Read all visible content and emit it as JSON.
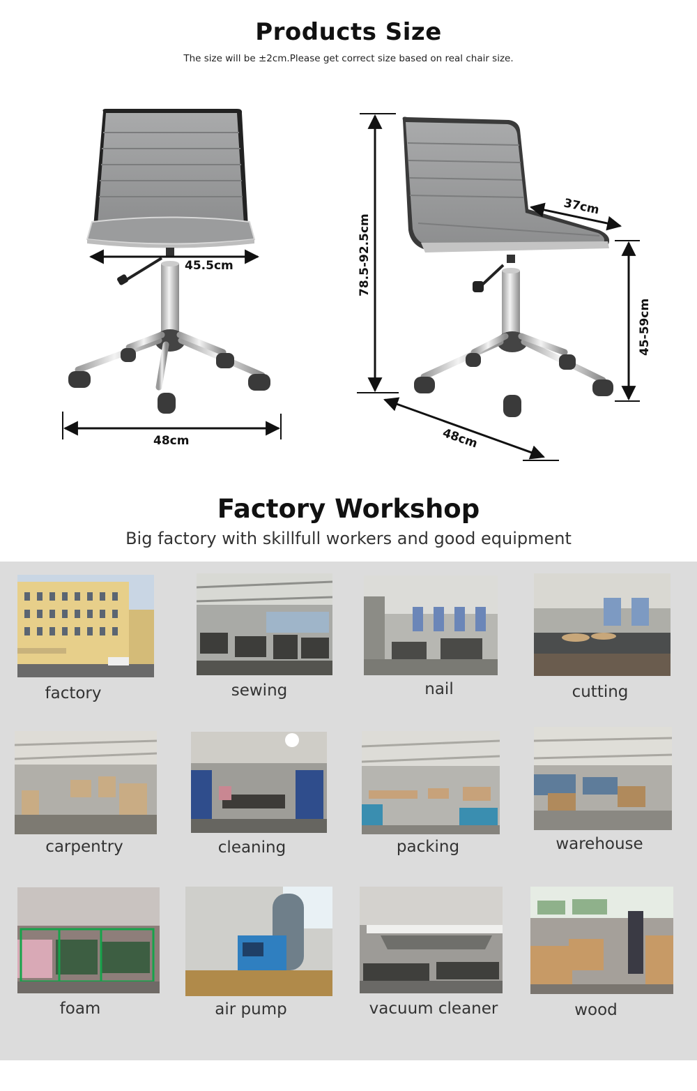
{
  "products_size": {
    "title": "Products Size",
    "subtitle": "The size will be ±2cm.Please get correct size based on real chair size.",
    "dimensions": {
      "seat_width": "45.5cm",
      "base_width_front": "48cm",
      "total_height": "78.5-92.5cm",
      "seat_depth": "37cm",
      "seat_height": "45-59cm",
      "base_width_side": "48cm"
    }
  },
  "factory": {
    "title": "Factory Workshop",
    "subtitle": "Big factory with skillfull workers and good equipment",
    "photos": [
      {
        "label": "factory",
        "icon": "factory-building-photo"
      },
      {
        "label": "sewing",
        "icon": "sewing-room-photo"
      },
      {
        "label": "nail",
        "icon": "nail-room-photo"
      },
      {
        "label": "cutting",
        "icon": "cutting-room-photo"
      },
      {
        "label": "carpentry",
        "icon": "carpentry-room-photo"
      },
      {
        "label": "cleaning",
        "icon": "cleaning-room-photo"
      },
      {
        "label": "packing",
        "icon": "packing-room-photo"
      },
      {
        "label": "warehouse",
        "icon": "warehouse-photo"
      },
      {
        "label": "foam",
        "icon": "foam-storage-photo"
      },
      {
        "label": "air pump",
        "icon": "air-pump-photo"
      },
      {
        "label": "vacuum cleaner",
        "icon": "vacuum-cleaner-photo"
      },
      {
        "label": "wood",
        "icon": "wood-storage-photo"
      }
    ]
  }
}
